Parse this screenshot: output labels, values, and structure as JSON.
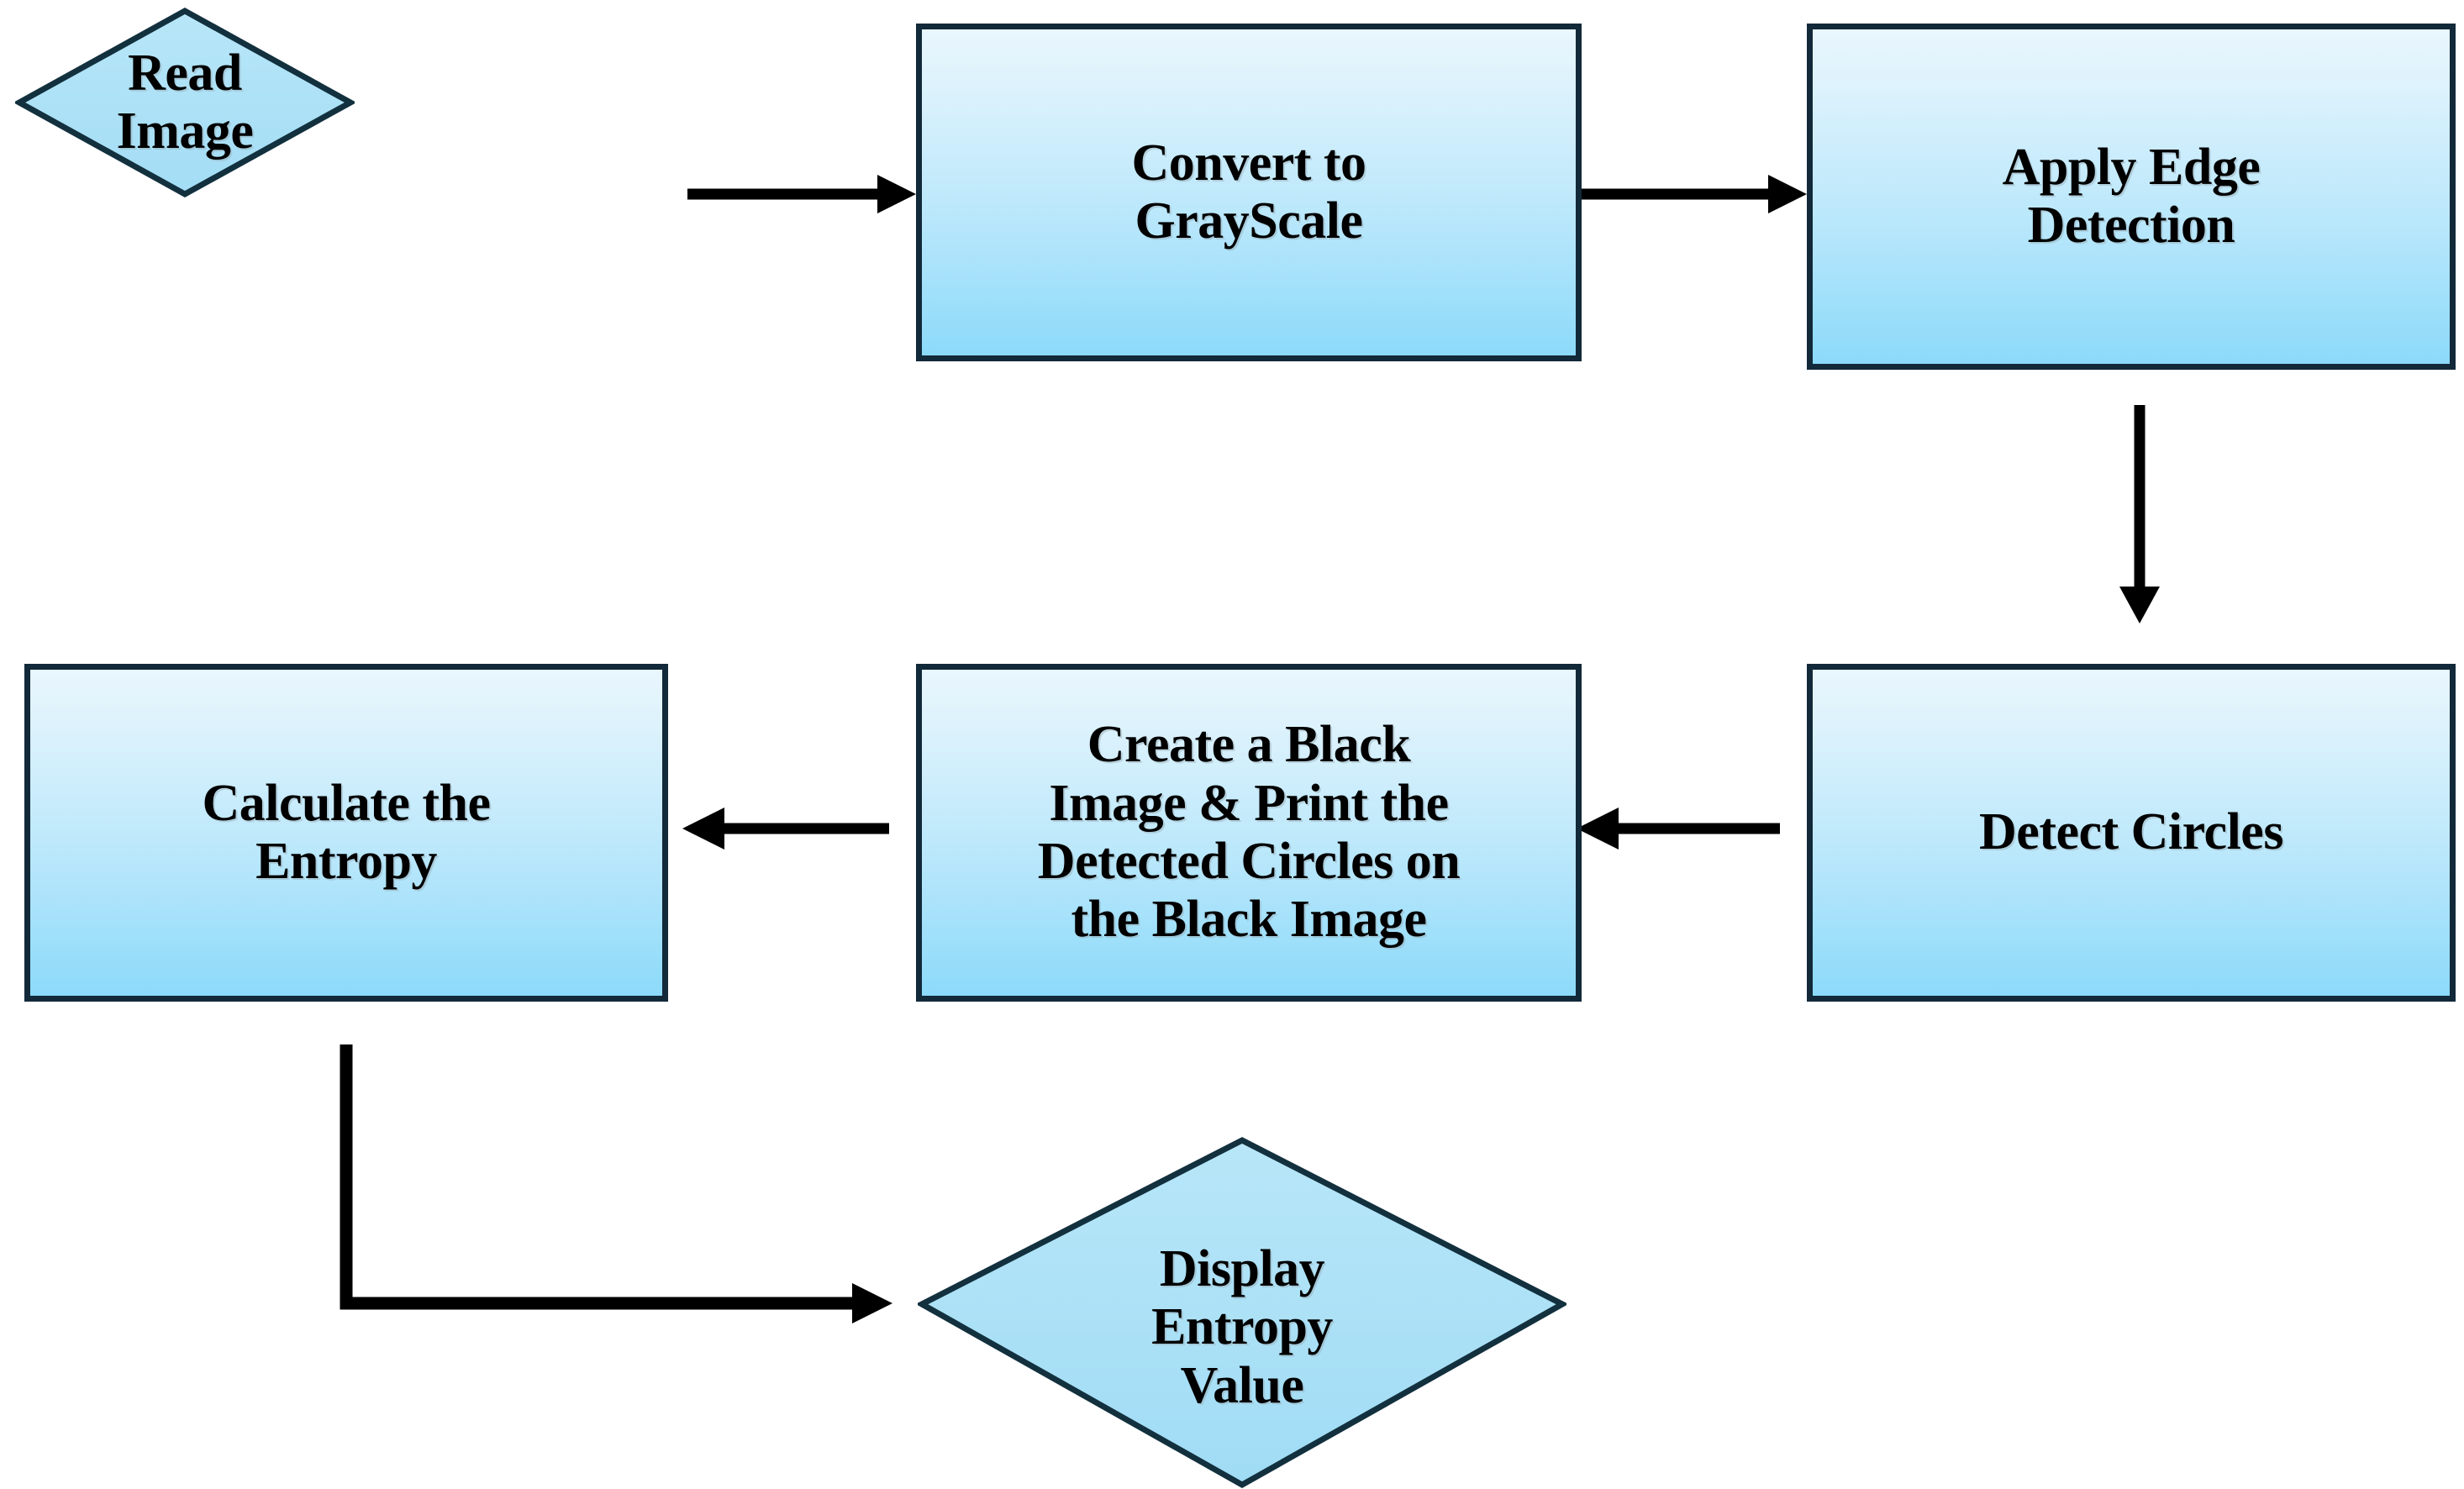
{
  "diagram": {
    "type": "flowchart",
    "title": "Image Processing Entropy Flowchart",
    "background_color": "#ffffff",
    "palette": {
      "node_border": "#12293a",
      "node_fill_top": "#e9f6fd",
      "node_fill_bottom": "#8cdafa",
      "diamond_fill": "#a9dff6",
      "connector_color": "#000000",
      "text_color": "#000000"
    },
    "nodes": [
      {
        "id": "read-image",
        "shape": "diamond",
        "label": "Read\nImage",
        "lines": [
          "Read",
          "Image"
        ]
      },
      {
        "id": "convert-grayscale",
        "shape": "rectangle",
        "label": "Convert to\nGrayScale",
        "lines": [
          "Convert to",
          "GrayScale"
        ]
      },
      {
        "id": "apply-edge-detection",
        "shape": "rectangle",
        "label": "Apply Edge\nDetection",
        "lines": [
          "Apply Edge",
          "Detection"
        ]
      },
      {
        "id": "detect-circles",
        "shape": "rectangle",
        "label": "Detect Circles",
        "lines": [
          "Detect Circles"
        ]
      },
      {
        "id": "create-black-image",
        "shape": "rectangle",
        "label": "Create a Black\nImage & Print the\nDetected Circles on\nthe Black Image",
        "lines": [
          "Create a Black",
          "Image & Print the",
          "Detected Circles on",
          "the Black Image"
        ]
      },
      {
        "id": "calculate-entropy",
        "shape": "rectangle",
        "label": "Calculate the\nEntropy",
        "lines": [
          "Calculate the",
          "Entropy"
        ]
      },
      {
        "id": "display-entropy-value",
        "shape": "diamond",
        "label": "Display\nEntropy\nValue",
        "lines": [
          "Display",
          "Entropy",
          "Value"
        ]
      }
    ],
    "edges": [
      {
        "id": "edge-read-to-grayscale",
        "from": "read-image",
        "to": "convert-grayscale",
        "direction": "right",
        "label": ""
      },
      {
        "id": "edge-grayscale-to-edge",
        "from": "convert-grayscale",
        "to": "apply-edge-detection",
        "direction": "right",
        "label": ""
      },
      {
        "id": "edge-edge-to-circles",
        "from": "apply-edge-detection",
        "to": "detect-circles",
        "direction": "down",
        "label": ""
      },
      {
        "id": "edge-circles-to-black",
        "from": "detect-circles",
        "to": "create-black-image",
        "direction": "left",
        "label": ""
      },
      {
        "id": "edge-black-to-entropy",
        "from": "create-black-image",
        "to": "calculate-entropy",
        "direction": "left",
        "label": ""
      },
      {
        "id": "edge-entropy-to-display",
        "from": "calculate-entropy",
        "to": "display-entropy-value",
        "direction": "down-right",
        "label": ""
      }
    ]
  }
}
